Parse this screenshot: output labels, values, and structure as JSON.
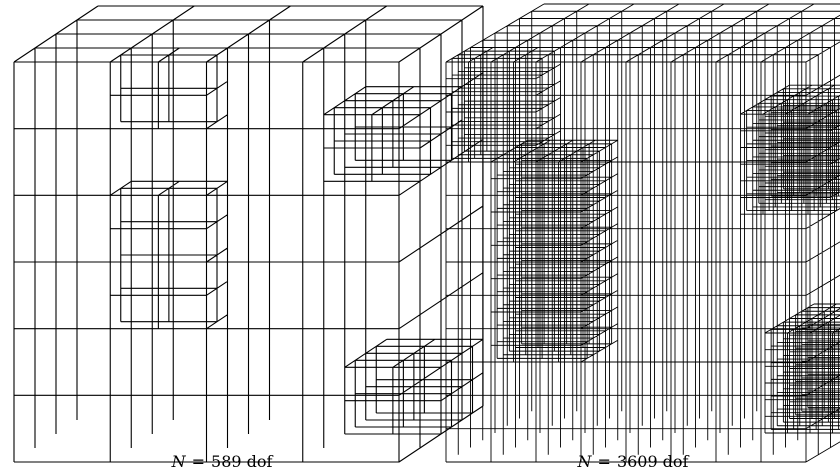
{
  "panels": [
    {
      "id": "coarse",
      "caption": {
        "symbol": "N",
        "equals": "=",
        "value": "589",
        "unit": "dof"
      },
      "base_grid": [
        4,
        6,
        4
      ],
      "refined_blocks": [
        {
          "at": [
            1,
            2,
            0
          ],
          "size": [
            1,
            2,
            1
          ],
          "levels": 1
        },
        {
          "at": [
            3,
            0,
            2
          ],
          "size": [
            1,
            1,
            2
          ],
          "levels": 1
        },
        {
          "at": [
            3,
            4,
            1
          ],
          "size": [
            1,
            1,
            2
          ],
          "levels": 1
        },
        {
          "at": [
            1,
            5,
            0
          ],
          "size": [
            1,
            1,
            1
          ],
          "levels": 1
        }
      ]
    },
    {
      "id": "fine",
      "caption": {
        "symbol": "N",
        "equals": "=",
        "value": "3609",
        "unit": "dof"
      },
      "base_grid": [
        8,
        12,
        8
      ],
      "refined_blocks": [
        {
          "at": [
            1,
            3,
            0
          ],
          "size": [
            2,
            6,
            3
          ],
          "levels": 1
        },
        {
          "at": [
            6,
            0,
            4
          ],
          "size": [
            2,
            3,
            4
          ],
          "levels": 1
        },
        {
          "at": [
            6,
            7,
            2
          ],
          "size": [
            2,
            3,
            4
          ],
          "levels": 1
        },
        {
          "at": [
            0,
            9,
            0
          ],
          "size": [
            2,
            3,
            2
          ],
          "levels": 1
        }
      ]
    }
  ],
  "colors": {
    "edges": "#000000",
    "background": "#ffffff"
  }
}
